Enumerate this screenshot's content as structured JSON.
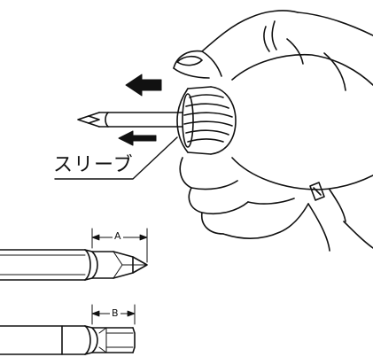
{
  "labels": {
    "sleeve": "スリーブ",
    "dimension_a": "A",
    "dimension_b": "B"
  },
  "colors": {
    "line": "#111111",
    "background": "#ffffff"
  }
}
